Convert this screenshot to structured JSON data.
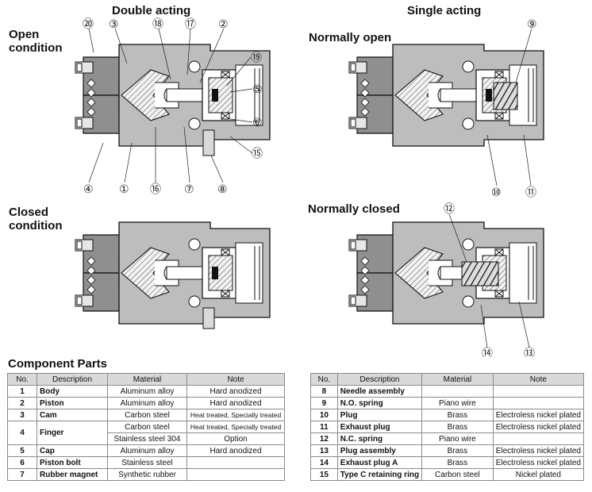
{
  "headers": {
    "double_acting": "Double acting",
    "single_acting": "Single acting",
    "open_condition_line1": "Open",
    "open_condition_line2": "condition",
    "closed_condition_line1": "Closed",
    "closed_condition_line2": "condition",
    "normally_open": "Normally open",
    "normally_closed": "Normally closed"
  },
  "callouts": {
    "c1": "①",
    "c2": "②",
    "c3": "③",
    "c4": "④",
    "c5": "⑤",
    "c6": "⑥",
    "c7": "⑦",
    "c8": "⑧",
    "c9": "⑨",
    "c10": "⑩",
    "c11": "⑪",
    "c12": "⑫",
    "c13": "⑬",
    "c14": "⑭",
    "c15": "⑮",
    "c16": "⑯",
    "c17": "⑰",
    "c18": "⑱",
    "c19": "⑲",
    "c20": "⑳"
  },
  "component_parts": {
    "title": "Component Parts",
    "columns": {
      "no": "No.",
      "description": "Description",
      "material": "Material",
      "note": "Note"
    },
    "left_rows": [
      {
        "no": "1",
        "desc": "Body",
        "mat": "Aluminum alloy",
        "note": "Hard anodized"
      },
      {
        "no": "2",
        "desc": "Piston",
        "mat": "Aluminum alloy",
        "note": "Hard anodized"
      },
      {
        "no": "3",
        "desc": "Cam",
        "mat": "Carbon steel",
        "note": "Heat treated, Specially treated"
      },
      {
        "no": "4",
        "desc": "Finger",
        "mat": "Carbon steel",
        "note": "Heat treated, Specially treated",
        "mat2": "Stainless steel 304",
        "note2": "Option"
      },
      {
        "no": "5",
        "desc": "Cap",
        "mat": "Aluminum alloy",
        "note": "Hard anodized"
      },
      {
        "no": "6",
        "desc": "Piston bolt",
        "mat": "Stainless steel",
        "note": ""
      },
      {
        "no": "7",
        "desc": "Rubber magnet",
        "mat": "Synthetic rubber",
        "note": ""
      }
    ],
    "right_rows": [
      {
        "no": "8",
        "desc": "Needle assembly",
        "mat": "",
        "note": ""
      },
      {
        "no": "9",
        "desc": "N.O. spring",
        "mat": "Piano wire",
        "note": ""
      },
      {
        "no": "10",
        "desc": "Plug",
        "mat": "Brass",
        "note": "Electroless nickel plated"
      },
      {
        "no": "11",
        "desc": "Exhaust plug",
        "mat": "Brass",
        "note": "Electroless nickel plated"
      },
      {
        "no": "12",
        "desc": "N.C. spring",
        "mat": "Piano wire",
        "note": ""
      },
      {
        "no": "13",
        "desc": "Plug assembly",
        "mat": "Brass",
        "note": "Electroless nickel plated"
      },
      {
        "no": "14",
        "desc": "Exhaust plug A",
        "mat": "Brass",
        "note": "Electroless nickel plated"
      },
      {
        "no": "15",
        "desc": "Type C retaining ring",
        "mat": "Carbon steel",
        "note": "Nickel plated"
      }
    ]
  }
}
